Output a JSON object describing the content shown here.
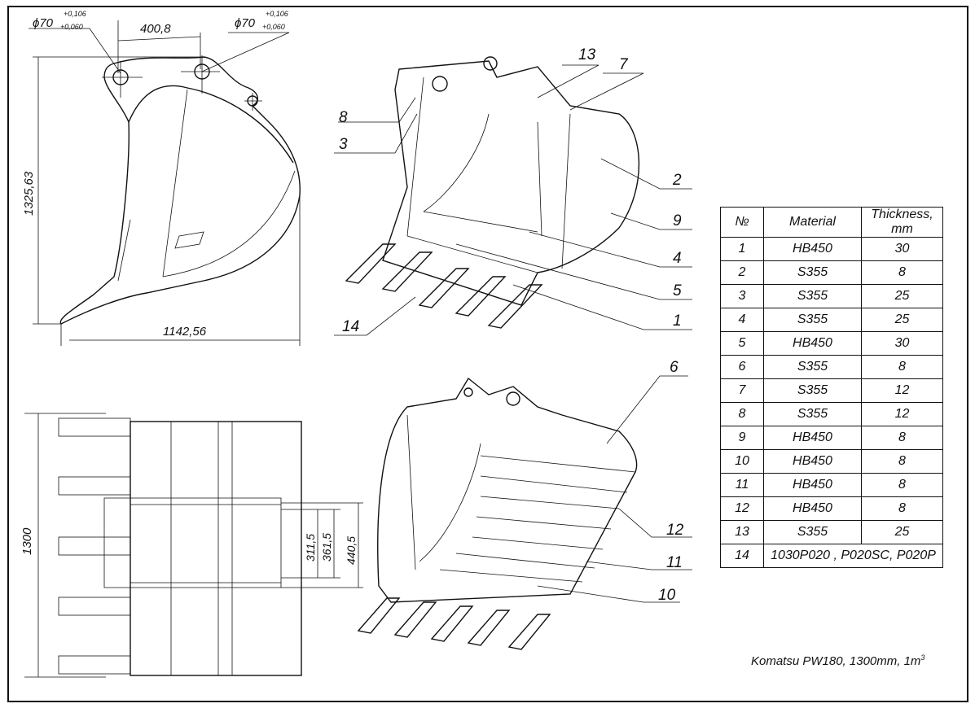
{
  "dimensions": {
    "hole_left": {
      "dia": "ϕ70",
      "upper": "+0,106",
      "lower": "+0,060"
    },
    "hole_right": {
      "dia": "ϕ70",
      "upper": "+0,106",
      "lower": "+0,060"
    },
    "pin_distance": "400,8",
    "height": "1325,63",
    "length": "1142,56",
    "width": "1300",
    "d1": "311,5",
    "d2": "361,5",
    "d3": "440,5"
  },
  "callouts": [
    "1",
    "2",
    "3",
    "4",
    "5",
    "6",
    "7",
    "8",
    "9",
    "10",
    "11",
    "12",
    "13",
    "14"
  ],
  "table": {
    "headers": [
      "№",
      "Material",
      "Thickness, mm"
    ],
    "rows": [
      [
        "1",
        "HB450",
        "30"
      ],
      [
        "2",
        "S355",
        "8"
      ],
      [
        "3",
        "S355",
        "25"
      ],
      [
        "4",
        "S355",
        "25"
      ],
      [
        "5",
        "HB450",
        "30"
      ],
      [
        "6",
        "S355",
        "8"
      ],
      [
        "7",
        "S355",
        "12"
      ],
      [
        "8",
        "S355",
        "12"
      ],
      [
        "9",
        "HB450",
        "8"
      ],
      [
        "10",
        "HB450",
        "8"
      ],
      [
        "11",
        "HB450",
        "8"
      ],
      [
        "12",
        "HB450",
        "8"
      ],
      [
        "13",
        "S355",
        "25"
      ]
    ],
    "last_row": {
      "no": "14",
      "material": "1030P020 , P020SC, P020P"
    }
  },
  "caption": {
    "text": "Komatsu PW180, 1300mm, 1m",
    "sup": "3"
  }
}
